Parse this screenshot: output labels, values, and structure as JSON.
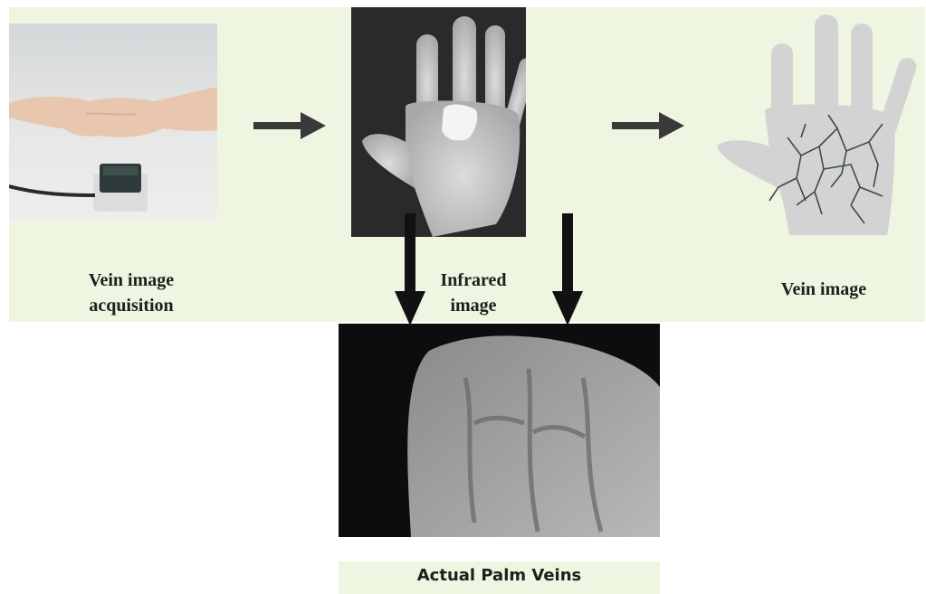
{
  "labels": {
    "acquisition_line1": "Vein image",
    "acquisition_line2": "acquisition",
    "infrared_line1": "Infrared",
    "infrared_line2": "image",
    "vein_image": "Vein image",
    "actual_palm_veins": "Actual Palm Veins"
  },
  "colors": {
    "panel_background": "#eef5e0",
    "arrow": "#3a3a3a",
    "vein_lines": "#3c4a4a",
    "palm_silhouette": "#d3d3d3"
  },
  "icons": {
    "arrow_1": "arrow-right-icon",
    "arrow_2": "arrow-right-icon",
    "arrow_3": "arrow-down-icon",
    "arrow_4": "arrow-down-icon"
  }
}
